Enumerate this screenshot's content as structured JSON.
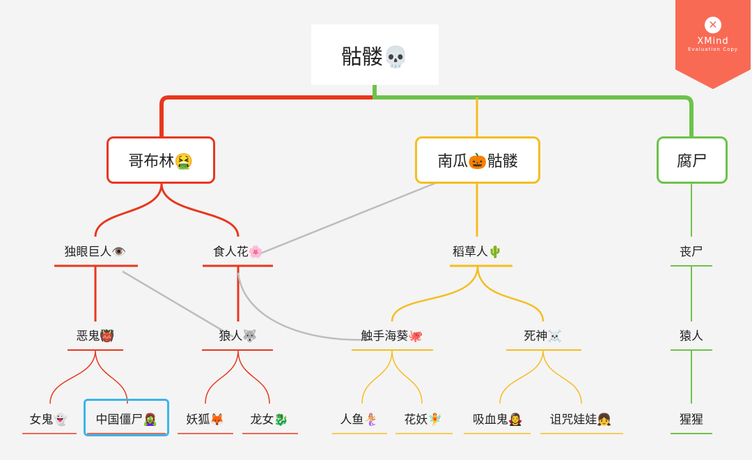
{
  "root": "骷髅💀",
  "branches": {
    "goblin": {
      "label": "哥布林🤮",
      "color": "#e8371e"
    },
    "pumpkin": {
      "label": "南瓜🎃骷髅",
      "color": "#f5bd20"
    },
    "corpse": {
      "label": "腐尸",
      "color": "#6dc24b"
    }
  },
  "nodes": {
    "cyclops": "独眼巨人👁️",
    "maneater": "食人花🌸",
    "scarecrow": "稻草人🌵",
    "zombie": "丧尸",
    "demon": "恶鬼👹",
    "werewolf": "狼人🐺",
    "anemone": "触手海葵🐙",
    "death": "死神☠️",
    "apeman": "猿人",
    "ghost": "女鬼👻",
    "jiangshi": "中国僵尸🧟‍♀️",
    "fox": "妖狐🦊",
    "dragongirl": "龙女🐉",
    "mermaid": "人鱼🧜‍♀️",
    "fairy": "花妖🧚",
    "vampire": "吸血鬼🧛‍♀️",
    "doll": "诅咒娃娃👧",
    "orangutan": "猩猩"
  },
  "watermark": {
    "brand": "XMind",
    "subtitle": "Evaluation Copy",
    "color": "#f96a55"
  },
  "selection_color": "#3bb5e8",
  "relation_color": "#bdbdbd"
}
